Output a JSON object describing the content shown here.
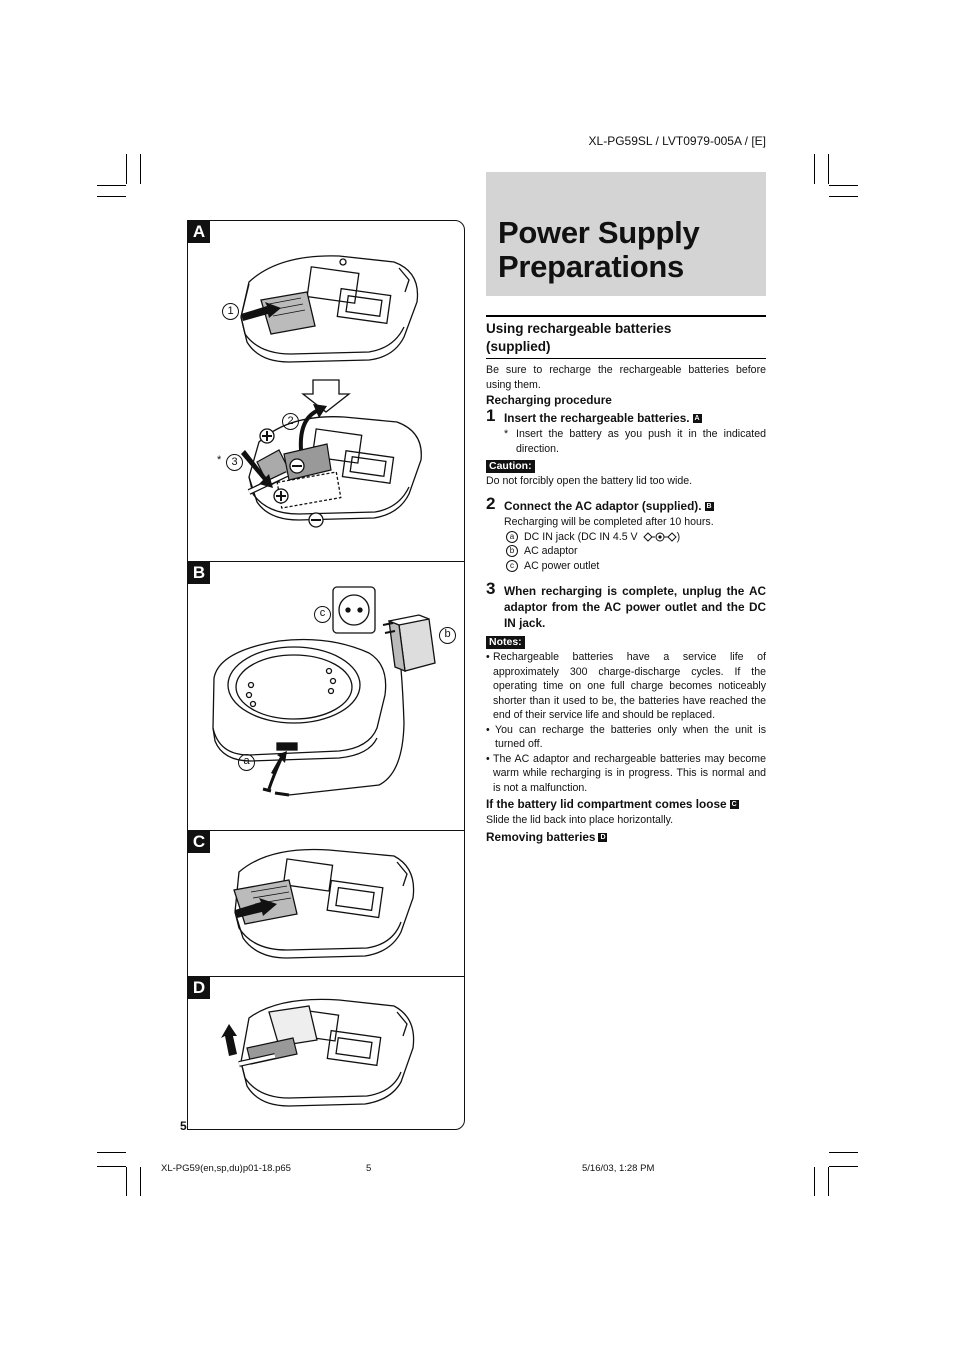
{
  "header": {
    "doc_code": "XL-PG59SL / LVT0979-005A / [E]"
  },
  "title": {
    "line1": "Power Supply",
    "line2": "Preparations"
  },
  "section": {
    "heading_line1": "Using rechargeable batteries",
    "heading_line2": "(supplied)",
    "intro": "Be sure to recharge the rechargeable batteries before using them.",
    "subheading": "Recharging procedure"
  },
  "steps": [
    {
      "num": "1",
      "text": "Insert the rechargeable batteries.",
      "badge": "A",
      "note": "Insert the battery as you push it in the indicated direction.",
      "note_mark": "*"
    },
    {
      "num": "2",
      "text": "Connect the AC adaptor (supplied).",
      "badge": "B",
      "detail": "Recharging will be completed after 10 hours.",
      "items": [
        {
          "mark": "a",
          "text": "DC IN jack (DC IN 4.5 V",
          "suffix": ")"
        },
        {
          "mark": "b",
          "text": "AC adaptor"
        },
        {
          "mark": "c",
          "text": "AC power outlet"
        }
      ]
    },
    {
      "num": "3",
      "text": "When recharging is complete, unplug the AC adaptor from the AC power outlet and the DC IN jack."
    }
  ],
  "caution": {
    "label": "Caution:",
    "text": "Do not forcibly open the battery lid too wide."
  },
  "notes": {
    "label": "Notes:",
    "items": [
      "Rechargeable batteries have a service life of approximately 300 charge-discharge cycles. If the operating time on one full charge becomes noticeably shorter than it used to be, the batteries have reached the end of their service life and should be replaced.",
      "You can recharge the batteries only when the unit is turned off.",
      "The AC adaptor and rechargeable batteries may become warm while recharging is in progress. This is normal and is not a malfunction."
    ]
  },
  "lid": {
    "heading": "If the battery lid compartment comes loose",
    "badge": "C",
    "text": "Slide the lid back into place horizontally."
  },
  "removing": {
    "heading": "Removing batteries",
    "badge": "D"
  },
  "figure": {
    "panels": [
      "A",
      "B",
      "C",
      "D"
    ],
    "callouts": {
      "one": "1",
      "two": "2",
      "three": "3",
      "star": "*",
      "a": "a",
      "b": "b",
      "c": "c"
    }
  },
  "page_number": "5",
  "footer": {
    "file": "XL-PG59(en,sp,du)p01-18.p65",
    "page": "5",
    "date": "5/16/03, 1:28 PM"
  }
}
